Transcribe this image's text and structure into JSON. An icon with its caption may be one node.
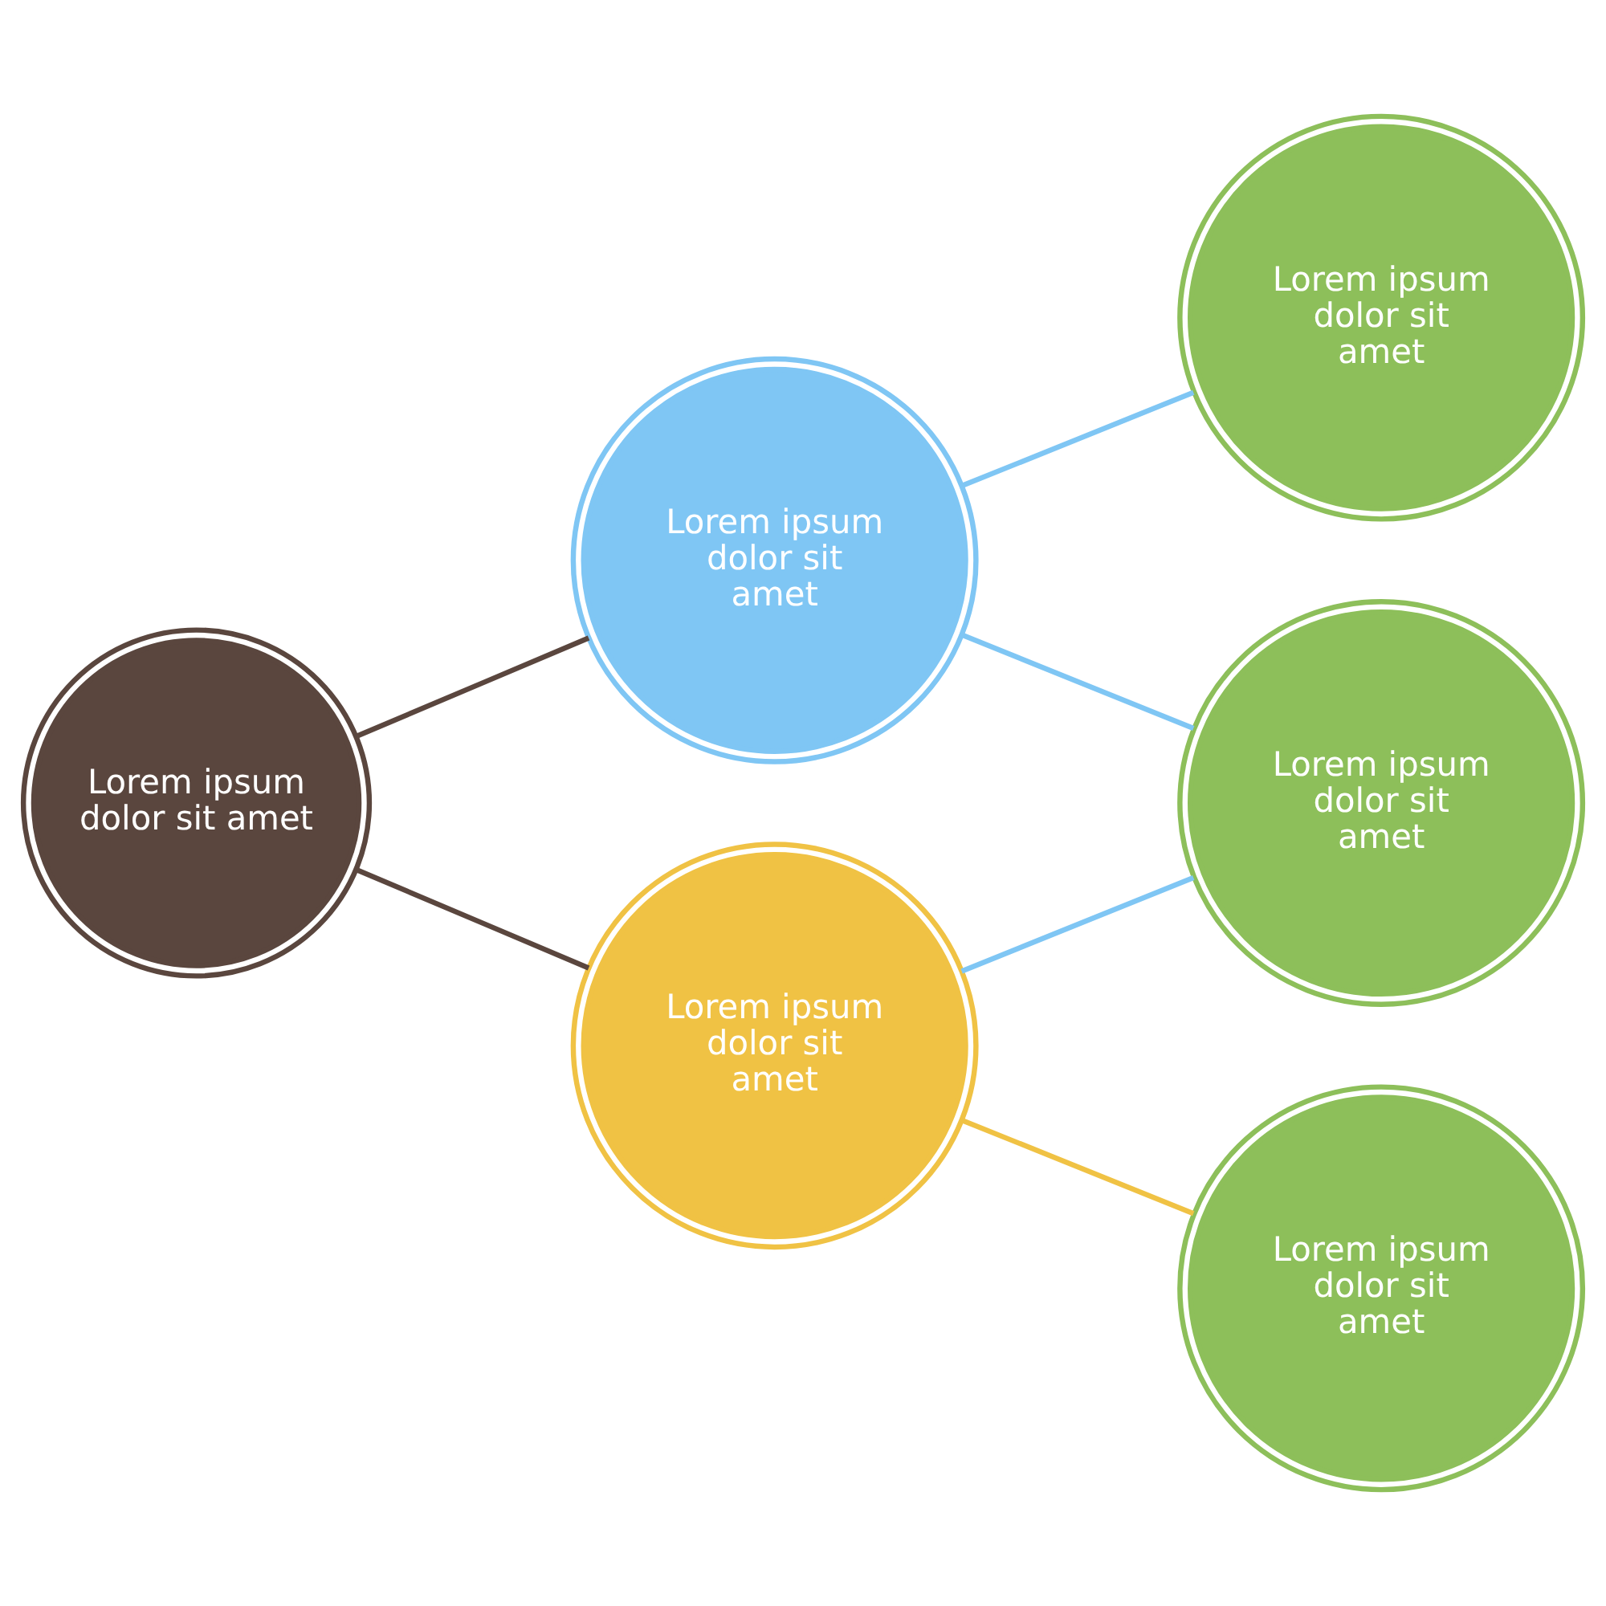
{
  "diagram": {
    "nodes": [
      {
        "text": [
          "Lorem ipsum dolor sit amet"
        ]
      },
      {
        "text": [
          "Lorem ipsum dolor sit amet"
        ]
      },
      {
        "text": [
          "Lorem ipsum dolor sit amet"
        ]
      },
      {
        "text": [
          "Lorem ipsum dolor sit amet"
        ]
      },
      {
        "text": [
          "Lorem ipsum dolor sit amet"
        ]
      },
      {
        "text": [
          "Lorem ipsum dolor sit amet"
        ]
      }
    ],
    "edges": [
      {
        "from": 0,
        "to": 1,
        "arrow": "none",
        "color": "#5a463e"
      },
      {
        "from": 0,
        "to": 2,
        "arrow": "none",
        "color": "#5a463e"
      },
      {
        "from": 1,
        "to": 3,
        "arrow": "none"
      },
      {
        "from": 1,
        "to": 4,
        "arrow": "none"
      },
      {
        "from": 2,
        "to": 4,
        "arrow": "none"
      },
      {
        "from": 2,
        "to": 5,
        "arrow": "none",
        "color": "#f0c244"
      }
    ]
  }
}
